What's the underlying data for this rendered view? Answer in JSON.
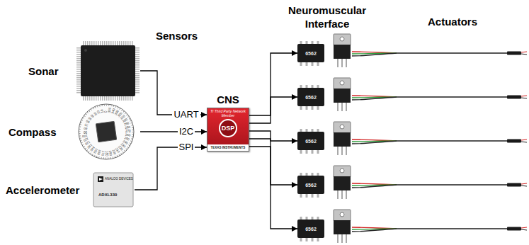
{
  "diagram": {
    "nodes": [
      {
        "text": [
          "Sonar"
        ]
      },
      {
        "text": [
          "Compass"
        ]
      },
      {
        "text": [
          "Accelerometer"
        ]
      },
      {
        "text": [
          "CNS",
          "TI Third Party Network Member",
          "DSP",
          "TEXAS INSTRUMENTS"
        ]
      },
      {
        "text": [
          "6562"
        ]
      },
      {
        "text": [
          "6562"
        ]
      },
      {
        "text": [
          "6562"
        ]
      },
      {
        "text": [
          "6562"
        ]
      },
      {
        "text": [
          "6562"
        ]
      }
    ],
    "edges": [
      {
        "from": 0,
        "to": 3,
        "arrow": "to",
        "label": "UART"
      },
      {
        "from": 1,
        "to": 3,
        "arrow": "to",
        "label": "I2C"
      },
      {
        "from": 2,
        "to": 3,
        "arrow": "to",
        "label": "SPI"
      },
      {
        "from": 3,
        "to": 4,
        "arrow": "to"
      },
      {
        "from": 3,
        "to": 5,
        "arrow": "to"
      },
      {
        "from": 3,
        "to": 6,
        "arrow": "to"
      },
      {
        "from": 3,
        "to": 7,
        "arrow": "to"
      },
      {
        "from": 3,
        "to": 8,
        "arrow": "to"
      }
    ],
    "labels": [
      "Sensors",
      "Neuromuscular Interface",
      "Actuators",
      "ANALOG DEVICES",
      "ADXL330",
      "0",
      "10",
      "20",
      "30",
      "40",
      "50",
      "60",
      "70",
      "80",
      "90",
      "100",
      "110",
      "120",
      "130",
      "140",
      "150",
      "160",
      "170",
      "180",
      "190",
      "200",
      "210",
      "220",
      "230",
      "240",
      "250",
      "260",
      "270",
      "280",
      "290",
      "300",
      "310",
      "320",
      "330",
      "340",
      "350"
    ]
  }
}
